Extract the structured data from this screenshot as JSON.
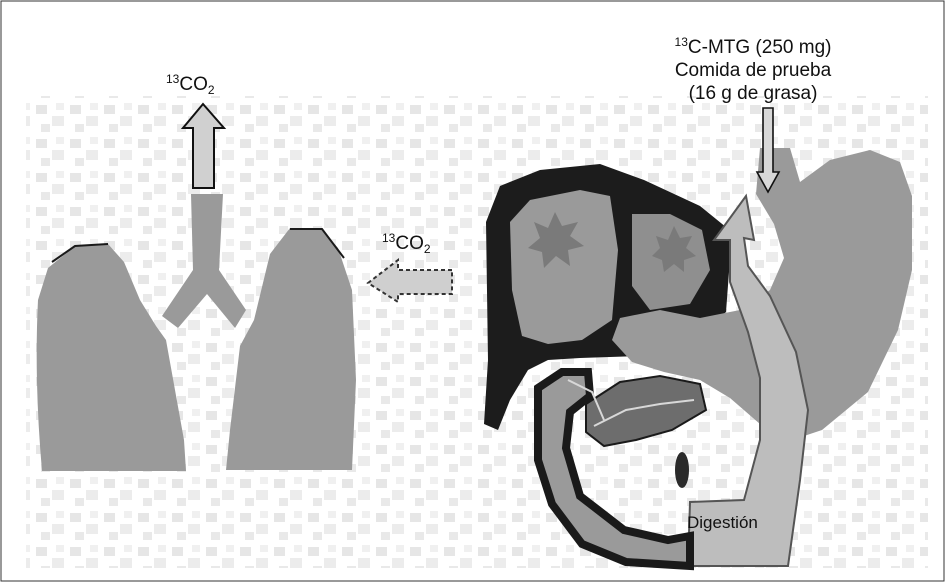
{
  "labels": {
    "co2_top": {
      "isotope": "13",
      "formula": "CO",
      "subscript": "2"
    },
    "co2_mid": {
      "isotope": "13",
      "formula": "CO",
      "subscript": "2"
    },
    "meal": {
      "isotope": "13",
      "line1": "C-MTG (250 mg)",
      "line2": "Comida de prueba",
      "line3": "(16 g de grasa)"
    },
    "digestion": "Digestión"
  },
  "colors": {
    "organ_gray": "#9a9a9a",
    "light_gray": "#c4c4c4",
    "dark": "#1c1c1c",
    "mottle": "#e4e4e4"
  }
}
